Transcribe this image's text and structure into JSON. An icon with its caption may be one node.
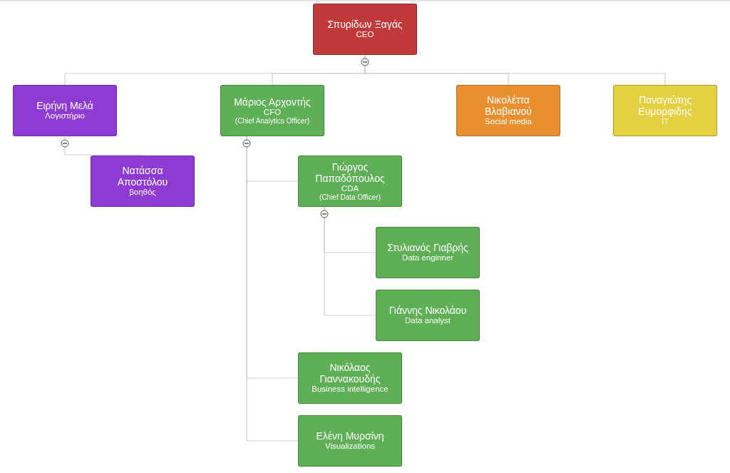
{
  "diagram": {
    "nodes": [
      {
        "text": [
          "Σπυρίδων Ξαγάς",
          "CEO"
        ]
      },
      {
        "text": [
          "Ειρήνη Μελά",
          "Λογιστήριο"
        ]
      },
      {
        "text": [
          "Νατάσσα Αποστόλου",
          "βοηθός"
        ]
      },
      {
        "text": [
          "Μάριος Αρχοντής",
          "CFO",
          "(Chief Analytics Officer)"
        ]
      },
      {
        "text": [
          "Γιώργος Παπαδόπουλος",
          "CDA",
          "(Chief Data Officer)"
        ]
      },
      {
        "text": [
          "Στυλιανός Γιαβρής",
          "Data enginner"
        ]
      },
      {
        "text": [
          "Γιάννης Νικολάου",
          "Data analyst"
        ]
      },
      {
        "text": [
          "Νικόλαος Γιαννακουδής",
          "Business intelligence"
        ]
      },
      {
        "text": [
          "Ελένη Μυρσίνη",
          "Visualizations"
        ]
      },
      {
        "text": [
          "Νικολέττα Βλαβιανού",
          "Social media"
        ]
      },
      {
        "text": [
          "Παναγιώτης Ευμορφιδης",
          "IT"
        ]
      }
    ],
    "edges": [
      {
        "from": 0,
        "to": 1,
        "arrow": "none"
      },
      {
        "from": 0,
        "to": 3,
        "arrow": "none"
      },
      {
        "from": 0,
        "to": 9,
        "arrow": "none"
      },
      {
        "from": 0,
        "to": 10,
        "arrow": "none"
      },
      {
        "from": 1,
        "to": 2,
        "arrow": "none"
      },
      {
        "from": 3,
        "to": 4,
        "arrow": "none"
      },
      {
        "from": 3,
        "to": 7,
        "arrow": "none"
      },
      {
        "from": 3,
        "to": 8,
        "arrow": "none"
      },
      {
        "from": 4,
        "to": 5,
        "arrow": "none"
      },
      {
        "from": 4,
        "to": 6,
        "arrow": "none"
      }
    ]
  }
}
